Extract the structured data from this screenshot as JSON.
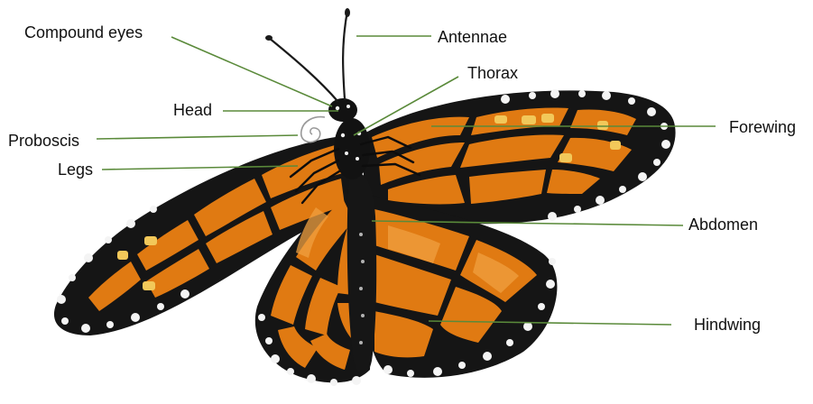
{
  "diagram": {
    "labels": {
      "compound_eyes": "Compound eyes",
      "antennae": "Antennae",
      "thorax": "Thorax",
      "head": "Head",
      "proboscis": "Proboscis",
      "legs": "Legs",
      "forewing": "Forewing",
      "abdomen": "Abdomen",
      "hindwing": "Hindwing"
    },
    "colors": {
      "leader_line": "#5a8a3a",
      "wing_orange": "#e07a12",
      "wing_orange_light": "#f0a040",
      "vein_black": "#1a1a1a",
      "spot_white": "#f4f4f4",
      "spot_yellow": "#f2c85a",
      "label_text": "#111111"
    }
  }
}
